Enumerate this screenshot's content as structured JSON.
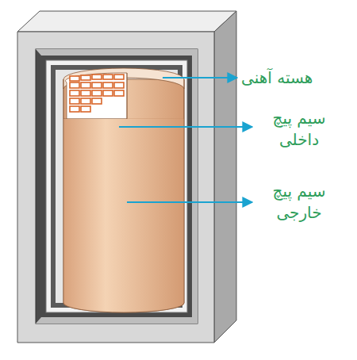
{
  "diagram": {
    "labels": [
      "هسته آهنی",
      "سیم پیچ داخلی",
      "سیم پیچ خارجی"
    ]
  }
}
